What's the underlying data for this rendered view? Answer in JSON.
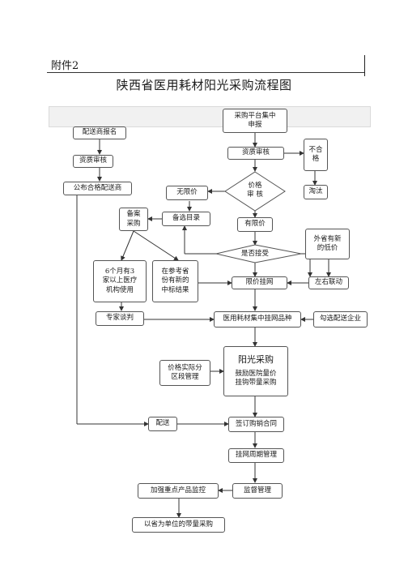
{
  "header": {
    "attachment_label": "附件2",
    "title": "陕西省医用耗材阳光采购流程图"
  },
  "nodes": {
    "platform_report": "采购平台集中\n申报",
    "supplier_signup": "配送商报名",
    "qualification_review_left": "资质审核",
    "publish_suppliers": "公布合格配送商",
    "qualification_review": "资质审核",
    "unqualified": "不合\n格",
    "eliminate": "淘汰",
    "price_review": "价格\n审 核",
    "no_price_limit": "无限价",
    "record_purchase": "备案\n采购",
    "backup_catalog": "备选目录",
    "has_price_limit": "有限价",
    "other_province_price": "外省有新\n的低价",
    "accept_or_not": "是否接受",
    "six_months_three": "6个月有3\n家以上医疗\n机构使用",
    "reference_province": "在参考省\n份有新的\n中标结果",
    "price_listing": "限价挂网",
    "linkage": "左右联动",
    "expert_negotiation": "专家谈判",
    "centralized_listing": "医用耗材集中挂网品种",
    "select_supplier": "勾选配送企业",
    "price_interval": "价格实际分\n区段管理",
    "sunshine_title": "阳光采购",
    "sunshine_sub": "鼓励医院量价\n挂钩带量采购",
    "delivery": "配送",
    "sign_contract": "签订购销合同",
    "listing_cycle": "挂网周期管理",
    "supervision": "监督管理",
    "key_product_monitor": "加强重点产品监控",
    "provincial_volume": "以省为单位的带量采购"
  }
}
